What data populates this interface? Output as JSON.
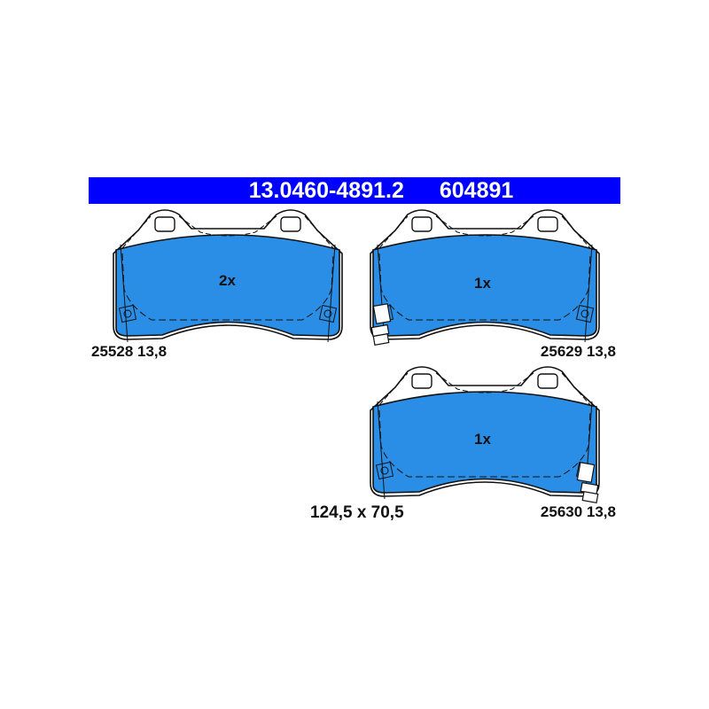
{
  "header": {
    "article_number": "13.0460-4891.2",
    "short_number": "604891",
    "background_color": "#0000ff"
  },
  "pads": [
    {
      "quantity": "2x",
      "code": "25528 13,8",
      "wear_sensor": false
    },
    {
      "quantity": "1x",
      "code": "25629 13,8",
      "wear_sensor": true
    },
    {
      "quantity": "1x",
      "code": "25630 13,8",
      "wear_sensor": true
    }
  ],
  "dimensions": "124,5 x 70,5",
  "colors": {
    "friction": "#2b8ee6",
    "outline": "#111111"
  }
}
